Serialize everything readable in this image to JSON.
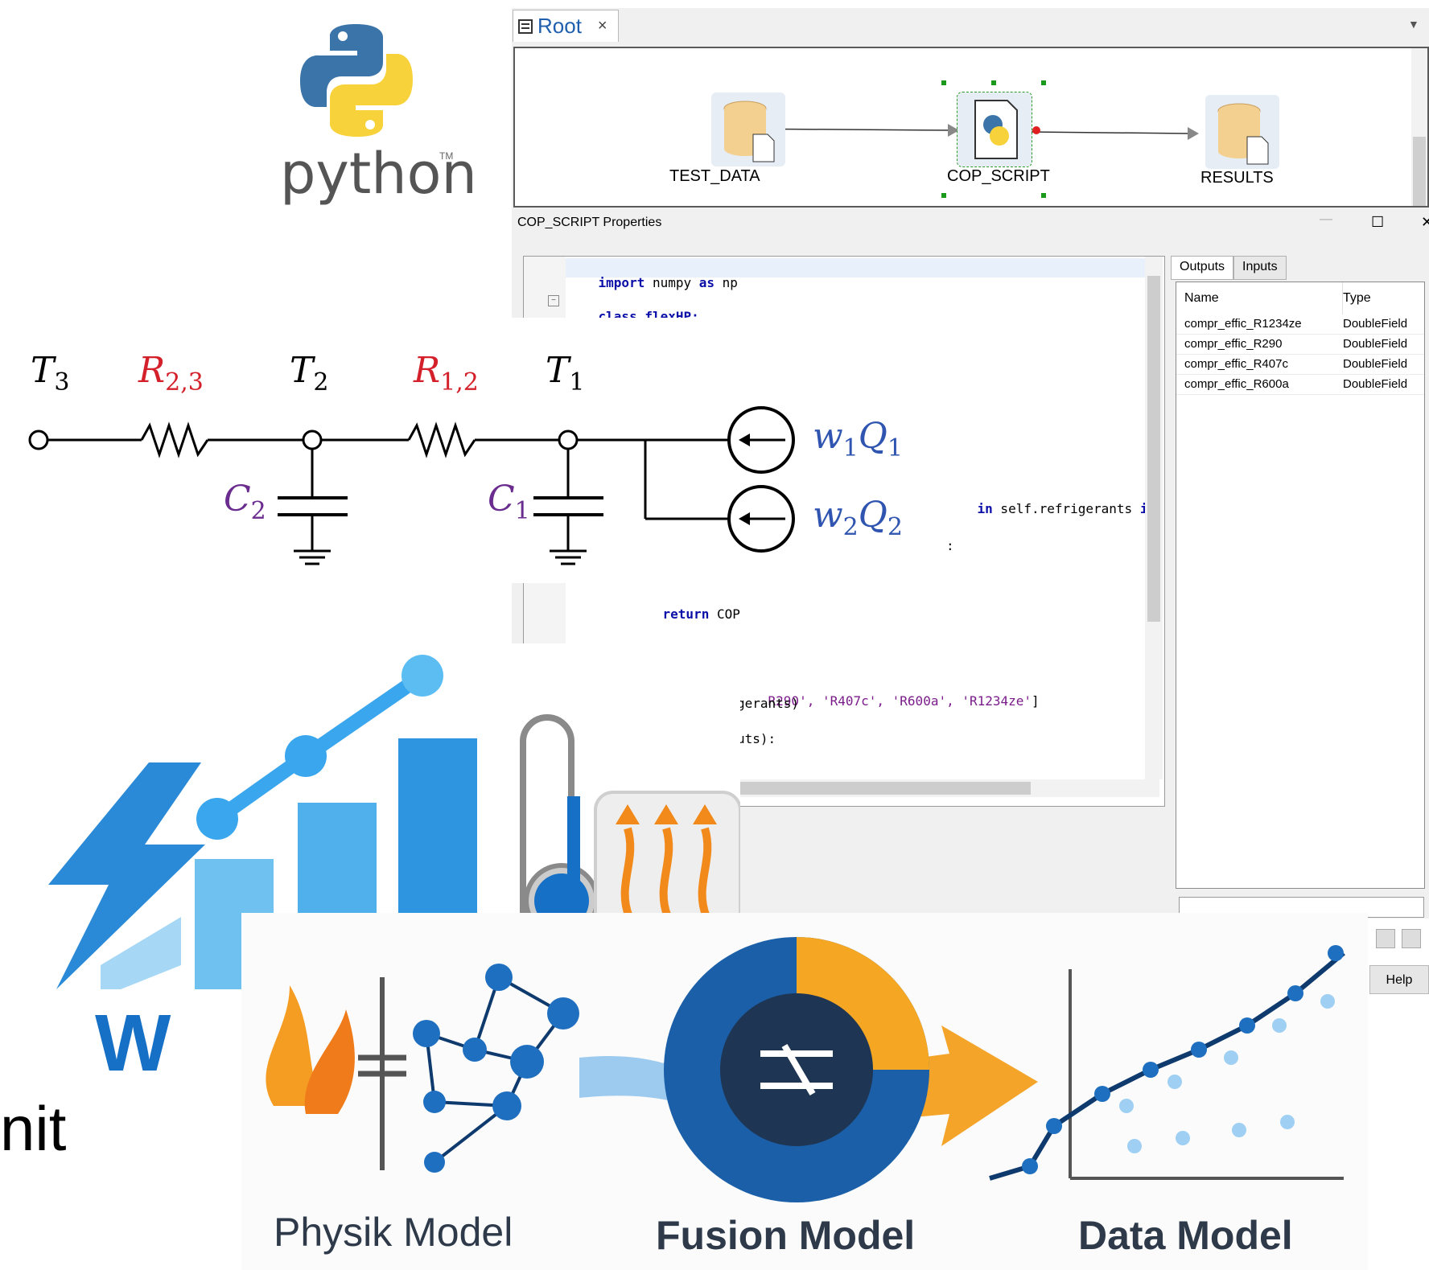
{
  "python_logo": {
    "wordmark": "python",
    "trademark": "TM"
  },
  "editor_tab": {
    "label": "Root",
    "close": "×"
  },
  "diagram": {
    "nodes": [
      {
        "label": "TEST_DATA"
      },
      {
        "label": "COP_SCRIPT"
      },
      {
        "label": "RESULTS"
      }
    ]
  },
  "properties_panel": {
    "title": "COP_SCRIPT Properties",
    "window_buttons": {
      "minimize": "—",
      "maximize": "☐",
      "close": "✕"
    },
    "code_lines": {
      "l1_kw1": "import",
      "l1_rest": " numpy ",
      "l1_kw2": "as",
      "l1_end": " np",
      "l2_kw": "class",
      "l2_name": " flexHP:",
      "frag1_kw": "in",
      "frag1_mid": " self.refrigerants ",
      "frag1_kw2": "if",
      "frag2": ":",
      "frag3_kw": "return",
      "frag3_rest": " COP",
      "frag4_str": "R290', 'R407c', 'R600a', 'R1234ze'",
      "frag4_end": "]",
      "frag5": "gerants)",
      "frag6": "uts):"
    },
    "output_tabs": [
      "Outputs",
      "Inputs"
    ],
    "table": {
      "headers": [
        "Name",
        "Type"
      ],
      "rows": [
        {
          "name": "compr_effic_R1234ze",
          "type": "DoubleField"
        },
        {
          "name": "compr_effic_R290",
          "type": "DoubleField"
        },
        {
          "name": "compr_effic_R407c",
          "type": "DoubleField"
        },
        {
          "name": "compr_effic_R600a",
          "type": "DoubleField"
        }
      ]
    },
    "help_button": "Help"
  },
  "circuit": {
    "labels": {
      "t3": "T",
      "t3_sub": "3",
      "r23": "R",
      "r23_sub": "2,3",
      "t2": "T",
      "t2_sub": "2",
      "r12": "R",
      "r12_sub": "1,2",
      "t1": "T",
      "t1_sub": "1",
      "c2": "C",
      "c2_sub": "2",
      "c1": "C",
      "c1_sub": "1",
      "w1q1_w": "w",
      "w1q1_w_sub": "1",
      "w1q1_q": "Q",
      "w1q1_q_sub": "1",
      "w2q2_w": "w",
      "w2q2_w_sub": "2",
      "w2q2_q": "Q",
      "w2q2_q_sub": "2"
    },
    "colors": {
      "resistor_label": "#d4202a",
      "capacitor_label": "#6a2c8e",
      "source_label": "#2f55b0"
    }
  },
  "left_fragments": {
    "w_text": "W",
    "nit_text": "nit"
  },
  "models": [
    {
      "label": "Physik Model"
    },
    {
      "label": "Fusion Model"
    },
    {
      "label": "Data Model"
    }
  ]
}
